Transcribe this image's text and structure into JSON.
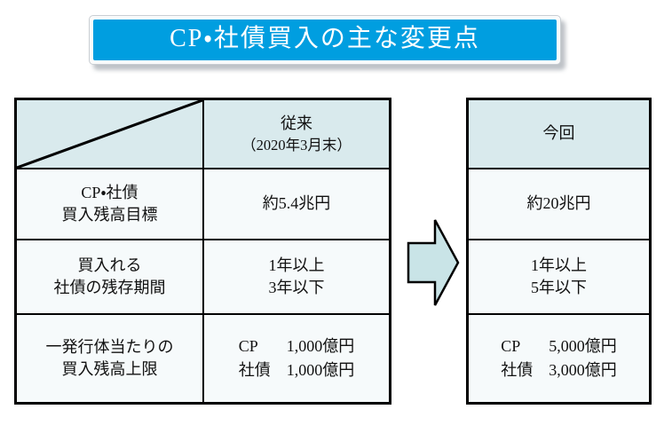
{
  "title_banner": {
    "text": "CP・社債買入の主な変更点"
  },
  "comparison": {
    "left_table": {
      "header": {
        "line1": "従来",
        "line2": "（2020年3月末）"
      },
      "rows": [
        {
          "label_lines": [
            "CP・社債",
            "買入残高目標"
          ],
          "value_lines": [
            "約5.4兆円"
          ]
        },
        {
          "label_lines": [
            "買入れる",
            "社債の残存期間"
          ],
          "value_lines": [
            "1年以上",
            "3年以下"
          ]
        },
        {
          "label_lines": [
            "一発行体当たりの",
            "買入残高上限"
          ],
          "value_pairs": [
            {
              "item": "CP",
              "amount": "1,000億円"
            },
            {
              "item": "社債",
              "amount": "1,000億円"
            }
          ]
        }
      ]
    },
    "arrow": {
      "meaning": "change-to"
    },
    "right_table": {
      "header": {
        "line1": "今回"
      },
      "rows": [
        {
          "value_lines": [
            "約20兆円"
          ]
        },
        {
          "value_lines": [
            "1年以上",
            "5年以下"
          ]
        },
        {
          "value_pairs": [
            {
              "item": "CP",
              "amount": "5,000億円"
            },
            {
              "item": "社債",
              "amount": "3,000億円"
            }
          ]
        }
      ]
    }
  },
  "colors": {
    "title_bg": "#009EE0",
    "header_cell_bg": "#D9EAED",
    "data_cell_bg": "#F6FAFB",
    "arrow_fill": "#C9E4E7",
    "border": "#000000"
  }
}
